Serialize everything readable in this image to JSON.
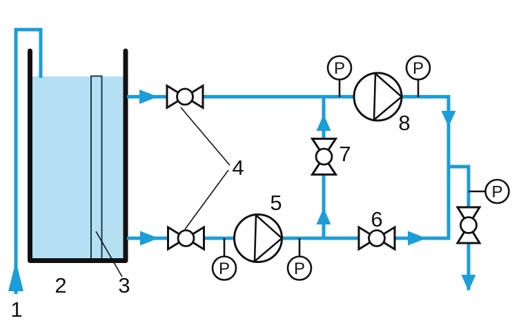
{
  "diagram": {
    "kind": "piping-schematic",
    "colors": {
      "pipe": "#1b9dd9",
      "liquid": "#b5dff2",
      "outline": "#111111",
      "background": "#ffffff"
    },
    "labels": {
      "n1": "1",
      "n2": "2",
      "n3": "3",
      "n4": "4",
      "n5": "5",
      "n6": "6",
      "n7": "7",
      "n8": "8"
    },
    "gauge_letter": "P"
  }
}
